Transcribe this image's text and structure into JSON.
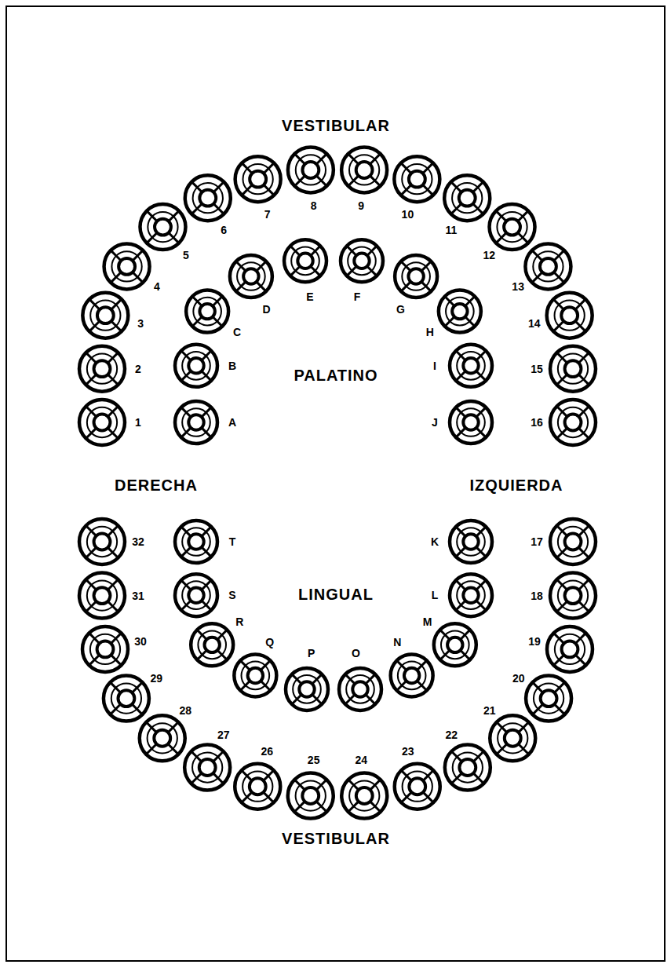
{
  "diagram": {
    "labels": [
      "VESTIBULAR",
      "1",
      "2",
      "3",
      "4",
      "5",
      "6",
      "7",
      "8",
      "9",
      "10",
      "11",
      "12",
      "13",
      "14",
      "15",
      "16",
      "A",
      "B",
      "C",
      "D",
      "E",
      "F",
      "G",
      "H",
      "I",
      "J",
      "PALATINO",
      "DERECHA",
      "IZQUIERDA",
      "17",
      "18",
      "19",
      "20",
      "21",
      "22",
      "23",
      "24",
      "25",
      "26",
      "27",
      "28",
      "29",
      "30",
      "31",
      "32",
      "K",
      "L",
      "M",
      "N",
      "O",
      "P",
      "Q",
      "R",
      "S",
      "T",
      "LINGUAL",
      "VESTIBULAR"
    ]
  }
}
